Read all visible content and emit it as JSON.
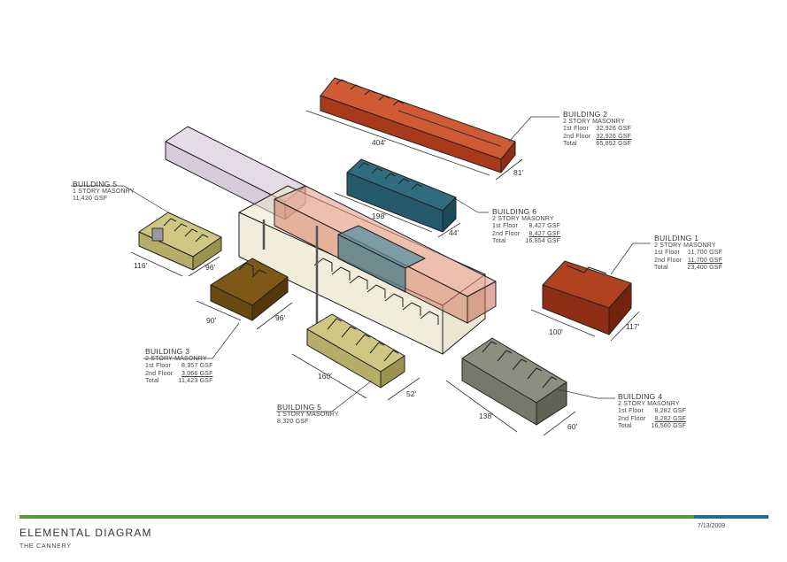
{
  "sheet": {
    "title": "ELEMENTAL DIAGRAM",
    "subtitle": "THE CANNERY",
    "date": "7/13/2009"
  },
  "colors": {
    "building1": "#8f2e14",
    "building2": "#b5401f",
    "building3": "#6b4a12",
    "building4": "#75786a",
    "building5": "#b5ad68",
    "building6": "#245a6c",
    "accent_green": "#5a9a3a",
    "accent_blue": "#1f6c8c"
  },
  "buildings": {
    "b2": {
      "name": "BUILDING 2",
      "type": "2 STORY MASONRY",
      "rows": [
        [
          "1st Floor",
          "32,926 GSF"
        ],
        [
          "2nd Floor",
          "32,926 GSF"
        ],
        [
          "Total",
          "65,852 GSF"
        ]
      ]
    },
    "b6": {
      "name": "BUILDING 6",
      "type": "2 STORY MASONRY",
      "rows": [
        [
          "1st Floor",
          "8,427 GSF"
        ],
        [
          "2nd Floor",
          "8,427 GSF"
        ],
        [
          "Total",
          "16,854 GSF"
        ]
      ]
    },
    "b1": {
      "name": "BUILDING 1",
      "type": "2 STORY MASONRY",
      "rows": [
        [
          "1st Floor",
          "11,700 GSF"
        ],
        [
          "2nd Floor",
          "11,700 GSF"
        ],
        [
          "Total",
          "23,400 GSF"
        ]
      ]
    },
    "b5a": {
      "name": "BUILDING 5",
      "type": "1 STORY MASONRY",
      "area": "11,420 GSF"
    },
    "b3": {
      "name": "BUILDING 3",
      "type": "2 STORY MASONRY",
      "rows": [
        [
          "1st Floor",
          "8,357 GSF"
        ],
        [
          "2nd Floor",
          "3,066 GSF"
        ],
        [
          "Total",
          "11,423 GSF"
        ]
      ]
    },
    "b5b": {
      "name": "BUILDING 5",
      "type": "1 STORY MASONRY",
      "area": "8,320 GSF"
    },
    "b4": {
      "name": "BUILDING 4",
      "type": "2 STORY MASONRY",
      "rows": [
        [
          "1st Floor",
          "8,282 GSF"
        ],
        [
          "2nd Floor",
          "8,282 GSF"
        ],
        [
          "Total",
          "16,560 GSF"
        ]
      ]
    }
  },
  "dimensions": {
    "b2_length": "404'",
    "b2_width": "81'",
    "b6_length": "198'",
    "b6_width": "44'",
    "b1_length": "100'",
    "b1_width": "117'",
    "b5a_length": "116'",
    "b5a_width": "96'",
    "b3_length": "90'",
    "b3_width": "96'",
    "b5b_length": "160'",
    "b5b_width": "52'",
    "b4_length": "138'",
    "b4_width": "60'"
  }
}
